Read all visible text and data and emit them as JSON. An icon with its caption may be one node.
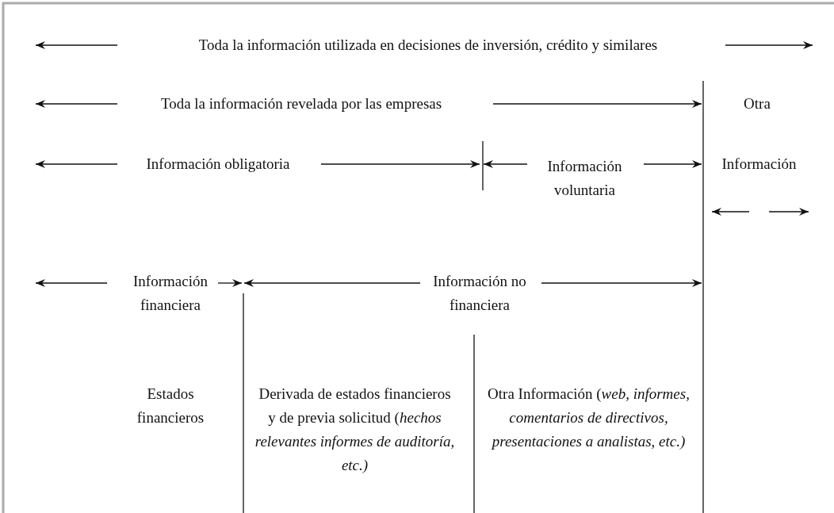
{
  "diagram": {
    "labels": [
      "Toda la información utilizada en decisiones de inversión, crédito y similares",
      "Toda la información revelada por las empresas",
      "Otra",
      "Información obligatoria",
      "Información voluntaria",
      "Información",
      "Información financiera",
      "Información no financiera",
      "Estados financieros",
      "Derivada de estados financieros y de previa solicitud (*hechos relevantes informes de auditoría, etc.)*",
      "Otra Información (*web, informes, comentarios de directivos, presentaciones a analistas, etc.)*"
    ]
  }
}
